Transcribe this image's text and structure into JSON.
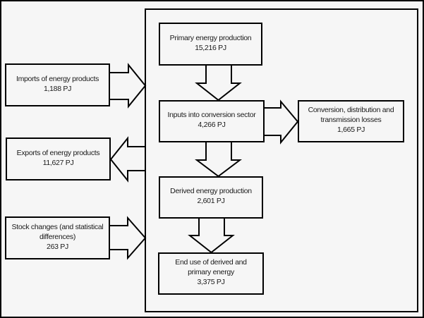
{
  "colors": {
    "background": "#f6f6f6",
    "line": "#000000",
    "text": "#1a1a1a"
  },
  "nodes": {
    "imports": {
      "lines": [
        "Imports of energy products",
        "1,188 PJ"
      ]
    },
    "exports": {
      "lines": [
        "Exports of energy products",
        "11,627 PJ"
      ]
    },
    "stock_changes": {
      "lines": [
        "Stock changes (and statistical",
        "differences)",
        "263 PJ"
      ]
    },
    "primary_production": {
      "lines": [
        "Primary energy production",
        "15,216 PJ"
      ]
    },
    "inputs_conversion": {
      "lines": [
        "Inputs into conversion sector",
        "4,266 PJ"
      ]
    },
    "conversion_losses": {
      "lines": [
        "Conversion, distribution and",
        "transmission losses",
        "1,665 PJ"
      ]
    },
    "derived_production": {
      "lines": [
        "Derived energy production",
        "2,601 PJ"
      ]
    },
    "end_use": {
      "lines": [
        "End use of derived and",
        "primary energy",
        "3,375 PJ"
      ]
    }
  },
  "arrows": {
    "imports_in": {
      "direction": "right",
      "from": "imports",
      "to": "conversion_sector_frame"
    },
    "exports_out": {
      "direction": "left",
      "from": "conversion_sector_frame",
      "to": "exports"
    },
    "stock_in": {
      "direction": "right",
      "from": "stock_changes",
      "to": "conversion_sector_frame"
    },
    "primary_to_inputs": {
      "direction": "down",
      "from": "primary_production",
      "to": "inputs_conversion"
    },
    "inputs_to_losses": {
      "direction": "right",
      "from": "inputs_conversion",
      "to": "conversion_losses"
    },
    "inputs_to_derived": {
      "direction": "down",
      "from": "inputs_conversion",
      "to": "derived_production"
    },
    "derived_to_end_use": {
      "direction": "down",
      "from": "derived_production",
      "to": "end_use"
    }
  }
}
